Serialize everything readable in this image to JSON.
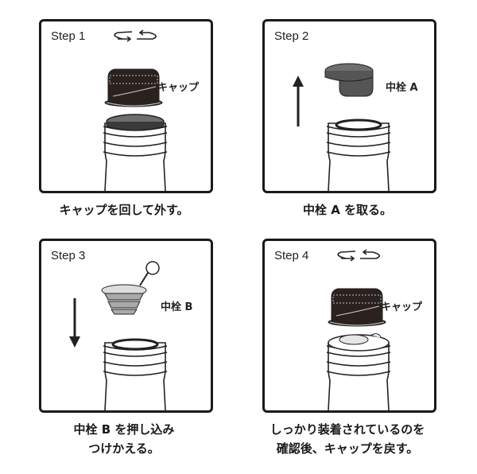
{
  "steps": [
    {
      "title": "Step 1",
      "part_label": "キャップ",
      "caption": [
        "キャップを回して外す。"
      ]
    },
    {
      "title": "Step 2",
      "part_label": "中栓 A",
      "caption": [
        "中栓 A を取る。"
      ]
    },
    {
      "title": "Step 3",
      "part_label": "中栓 B",
      "caption": [
        "中栓 B を押し込み",
        "つけかえる。"
      ]
    },
    {
      "title": "Step 4",
      "part_label": "キャップ",
      "caption": [
        "しっかり装着されているのを",
        "確認後、キャップを戻す。"
      ]
    }
  ],
  "colors": {
    "border": "#1a1a1a",
    "cap": "#2b2220",
    "stopper": "#6e6e6e"
  }
}
